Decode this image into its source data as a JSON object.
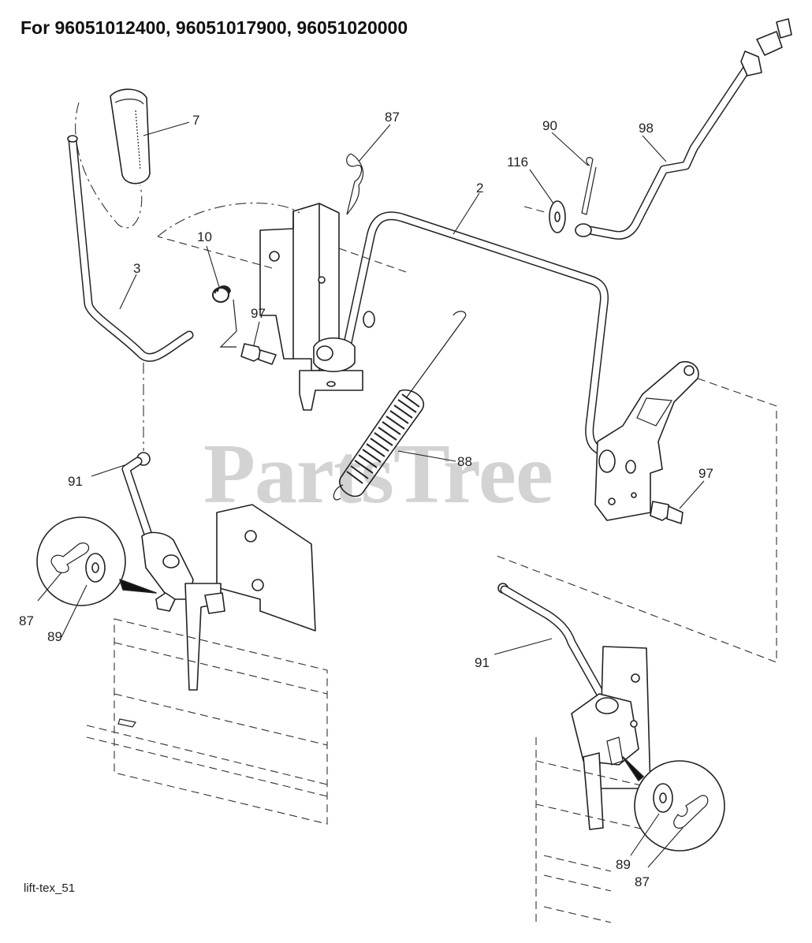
{
  "title": "For 96051012400, 96051017900, 96051020000",
  "diagram_id": "lift-tex_51",
  "watermark": "PartsTree",
  "callouts": {
    "c7": "7",
    "c87a": "87",
    "c90": "90",
    "c98": "98",
    "c116": "116",
    "c2": "2",
    "c10": "10",
    "c3": "3",
    "c97a": "97",
    "c88": "88",
    "c91a": "91",
    "c97b": "97",
    "c87b": "87",
    "c89a": "89",
    "c91b": "91",
    "c89b": "89",
    "c87c": "87"
  }
}
